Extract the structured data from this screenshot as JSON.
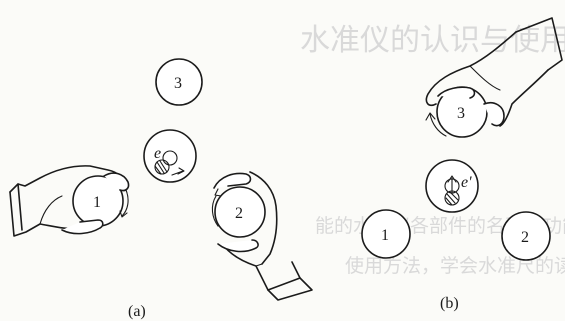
{
  "watermark": {
    "header_fragment": "水准仪的认识与使用",
    "line_1": "能的水准仪各部件的名称、功能及作用",
    "line_2": "使用方法，学会水准尺的读数"
  },
  "panel_a": {
    "caption": "(a)",
    "screw_1": "1",
    "screw_2": "2",
    "screw_3": "3",
    "bubble_label": "e"
  },
  "panel_b": {
    "caption": "(b)",
    "screw_1": "1",
    "screw_2": "2",
    "screw_3": "3",
    "bubble_label": "e'"
  }
}
